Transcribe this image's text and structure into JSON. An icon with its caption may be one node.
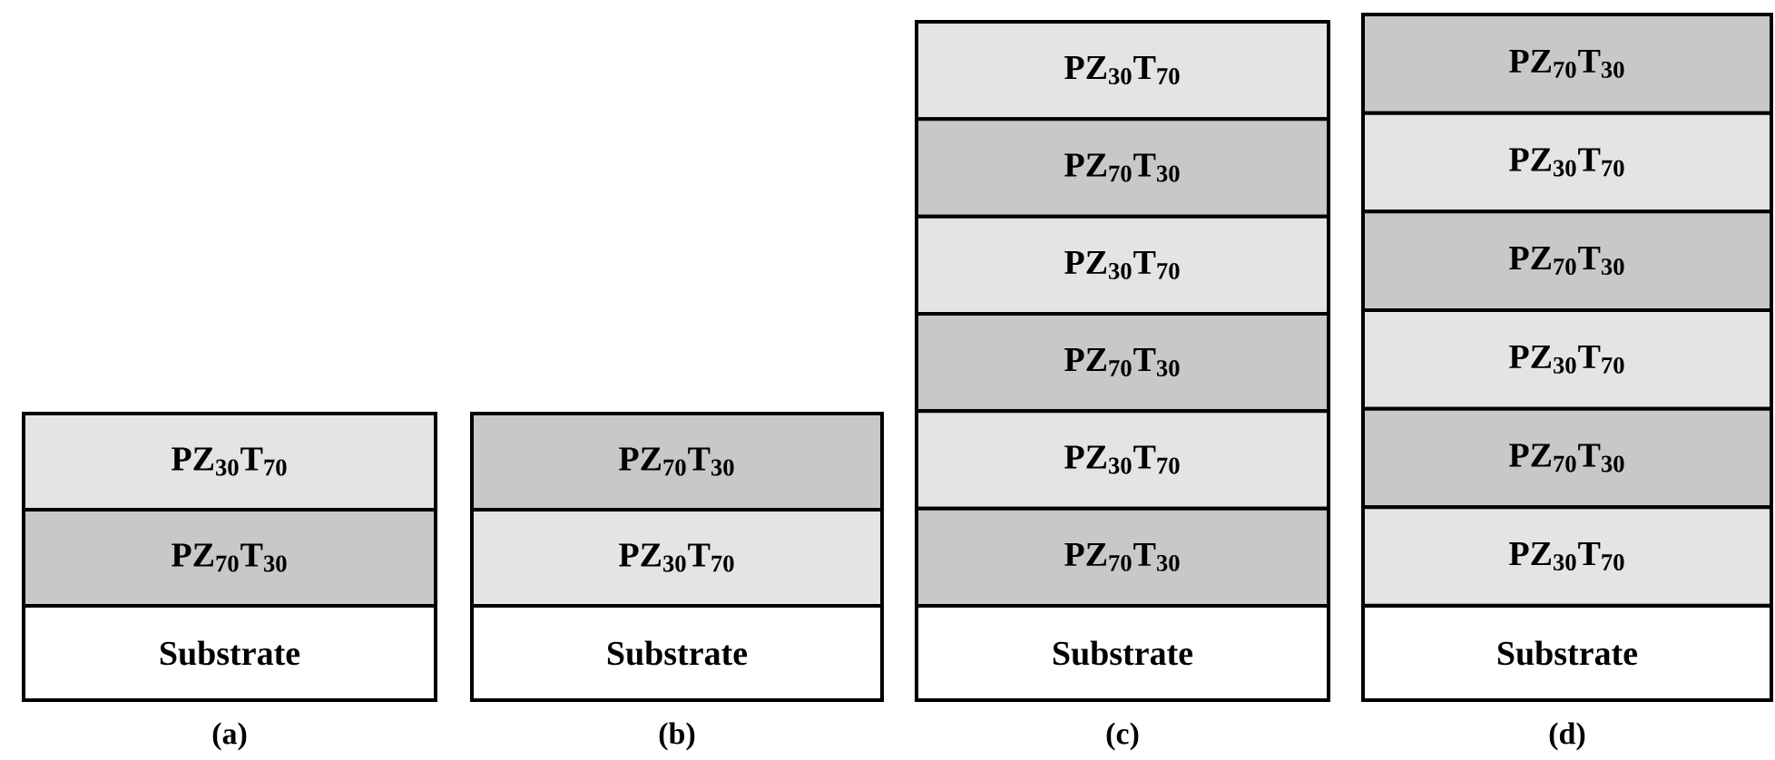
{
  "diagram": {
    "nodes": [
      {
        "text": [
          "PZ$_{30}$T$_{70}$"
        ]
      },
      {
        "text": [
          "PZ$_{70}$T$_{30}$"
        ]
      },
      {
        "text": [
          "Substrate"
        ]
      },
      {
        "text": [
          "PZ$_{70}$T$_{30}$"
        ]
      },
      {
        "text": [
          "PZ$_{30}$T$_{70}$"
        ]
      },
      {
        "text": [
          "Substrate"
        ]
      },
      {
        "text": [
          "PZ$_{30}$T$_{70}$"
        ]
      },
      {
        "text": [
          "PZ$_{70}$T$_{30}$"
        ]
      },
      {
        "text": [
          "PZ$_{30}$T$_{70}$"
        ]
      },
      {
        "text": [
          "PZ$_{70}$T$_{30}$"
        ]
      },
      {
        "text": [
          "PZ$_{30}$T$_{70}$"
        ]
      },
      {
        "text": [
          "PZ$_{70}$T$_{30}$"
        ]
      },
      {
        "text": [
          "Substrate"
        ]
      },
      {
        "text": [
          "PZ$_{70}$T$_{30}$"
        ]
      },
      {
        "text": [
          "PZ$_{30}$T$_{70}$"
        ]
      },
      {
        "text": [
          "PZ$_{70}$T$_{30}$"
        ]
      },
      {
        "text": [
          "PZ$_{30}$T$_{70}$"
        ]
      },
      {
        "text": [
          "PZ$_{70}$T$_{30}$"
        ]
      },
      {
        "text": [
          "PZ$_{30}$T$_{70}$"
        ]
      },
      {
        "text": [
          "Substrate"
        ]
      }
    ],
    "labels": [
      "(a)",
      "(b)",
      "(c)",
      "(d)"
    ]
  }
}
